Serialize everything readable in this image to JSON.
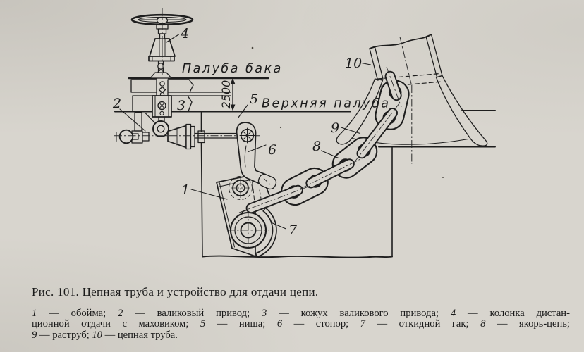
{
  "figure": {
    "caption": "Рис. 101. Цепная труба и устройство для отдачи цепи.",
    "legend_lines": [
      "1 — обойма; 2 — валиковый привод; 3 — кожух валикового привода; 4 — колонка дистан-",
      "ционной отдачи с маховиком; 5 — ниша; 6 — стопор; 7 — откидной гак; 8 — якорь-цепь;",
      "9 — раструб; 10 — цепная труба."
    ],
    "parts": [
      {
        "num": "1",
        "name": "обойма"
      },
      {
        "num": "2",
        "name": "валиковый привод"
      },
      {
        "num": "3",
        "name": "кожух валикового привода"
      },
      {
        "num": "4",
        "name": "колонка дистанционной отдачи с маховиком"
      },
      {
        "num": "5",
        "name": "ниша"
      },
      {
        "num": "6",
        "name": "стопор"
      },
      {
        "num": "7",
        "name": "откидной гак"
      },
      {
        "num": "8",
        "name": "якорь-цепь"
      },
      {
        "num": "9",
        "name": "раструб"
      },
      {
        "num": "10",
        "name": "цепная труба"
      }
    ],
    "annotations": {
      "deck_forecastle": "Палуба бака",
      "deck_upper": "Верхняя палуба",
      "dimension_mm": "2500"
    },
    "colors": {
      "paper": "#d8d5ce",
      "ink": "#1d1d1d"
    }
  }
}
